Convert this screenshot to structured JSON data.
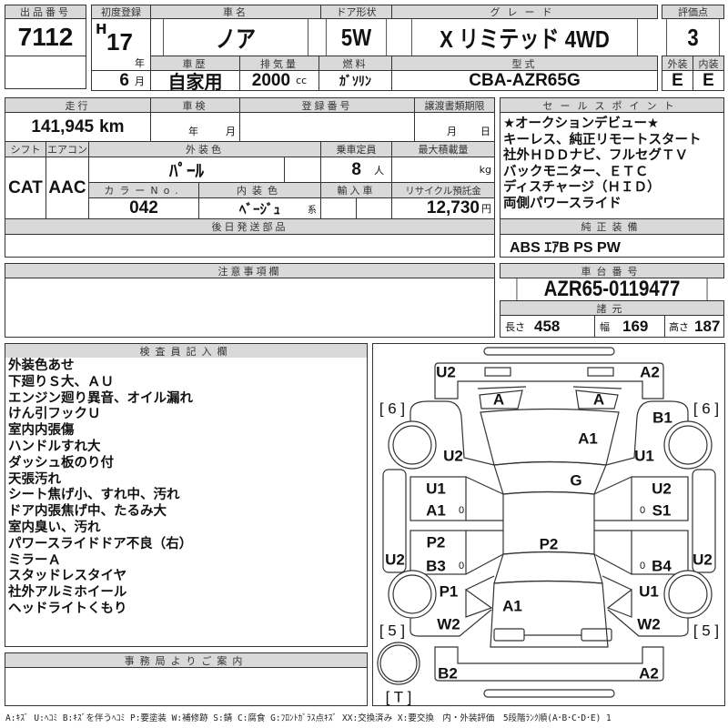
{
  "lot": {
    "label": "出品番号",
    "value": "7112"
  },
  "first_reg": {
    "label": "初度登録",
    "era": "H",
    "year": "17",
    "year_unit": "年",
    "month": "6",
    "month_unit": "月"
  },
  "car_name": {
    "label": "車名",
    "value": "ノア"
  },
  "door": {
    "label": "ドア形状",
    "value": "5W"
  },
  "grade": {
    "label": "グレード",
    "value": "X リミテッド 4WD"
  },
  "rating": {
    "label": "評価点",
    "value": "3",
    "ext_label": "外装",
    "int_label": "内装",
    "ext": "E",
    "int": "E"
  },
  "history": {
    "label": "車歴",
    "value": "自家用"
  },
  "displacement": {
    "label": "排気量",
    "value": "2000",
    "unit": "cc"
  },
  "fuel": {
    "label": "燃料",
    "value": "ｶﾞｿﾘﾝ"
  },
  "model": {
    "label": "型式",
    "value": "CBA-AZR65G"
  },
  "mileage": {
    "label": "走行",
    "value": "141,945",
    "unit": "km"
  },
  "inspection": {
    "label": "車検",
    "year_unit": "年",
    "month_unit": "月"
  },
  "reg_number": {
    "label": "登録番号"
  },
  "transfer": {
    "label": "譲渡書類期限",
    "month_unit": "月",
    "day_unit": "日"
  },
  "shift": {
    "label": "シフト",
    "value": "CAT"
  },
  "aircon": {
    "label": "エアコン",
    "value": "AAC"
  },
  "ext_color": {
    "label": "外装色",
    "value": "ﾊﾟｰﾙ"
  },
  "capacity": {
    "label": "乗車定員",
    "value": "8",
    "unit": "人"
  },
  "max_load": {
    "label": "最大積載量",
    "unit": "kg"
  },
  "color_no": {
    "label": "カラーNo.",
    "value": "042"
  },
  "int_color": {
    "label": "内装色",
    "value": "ﾍﾞｰｼﾞｭ",
    "suffix": "系"
  },
  "import": {
    "label": "輸入車"
  },
  "recycle": {
    "label": "リサイクル預託金",
    "value": "12,730",
    "unit": "円"
  },
  "later_parts": {
    "label": "後日発送部品"
  },
  "sales_points": {
    "label": "セールスポイント",
    "items": [
      "★オークションデビュー★",
      "キーレス、純正リモートスタート",
      "社外ＨＤＤナビ、フルセグＴＶ",
      "バックモニター、ＥＴＣ",
      "ディスチャージ（ＨＩＤ）",
      "両側パワースライド"
    ]
  },
  "equipment": {
    "label": "純正装備",
    "value": "ABS ｴｱB PS PW"
  },
  "notes": {
    "label": "注意事項欄"
  },
  "chassis": {
    "label": "車台番号",
    "value": "AZR65-0119477"
  },
  "specs": {
    "label": "諸元",
    "length_label": "長さ",
    "length": "458",
    "width_label": "幅",
    "width": "169",
    "height_label": "高さ",
    "height": "187"
  },
  "inspector": {
    "label": "検査員記入欄",
    "items": [
      "外装色あせ",
      "下廻りＳ大、ＡＵ",
      "エンジン廻り異音、オイル漏れ",
      "けん引フックＵ",
      "室内内張傷",
      "ハンドルすれ大",
      "ダッシュ板のり付",
      "天張汚れ",
      "シート焦げ小、すれ中、汚れ",
      "ドア内張焦げ中、たるみ大",
      "室内臭い、汚れ",
      "パワースライドドア不良（右）",
      "ミラーＡ",
      "スタッドレスタイヤ",
      "社外アルミホイール",
      "ヘッドライトくもり"
    ]
  },
  "office": {
    "label": "事務局よりご案内"
  },
  "diagram": {
    "labels": [
      "U2",
      "A2",
      "A",
      "A",
      "[ 6 ]",
      "[ 6 ]",
      "B1",
      "A1",
      "U2",
      "U1",
      "G",
      "U1",
      "U2",
      "A1",
      "S1",
      "P2",
      "P2",
      "B4",
      "U2",
      "U2",
      "B3",
      "P1",
      "U1",
      "A1",
      "W2",
      "W2",
      "[ 5 ]",
      "[ 5 ]",
      "B2",
      "A2",
      "[ T ]",
      "0",
      "0",
      "0",
      "0"
    ]
  },
  "legend": "A:ｷｽﾞ U:ﾍｺﾐ B:ｷｽﾞを伴うﾍｺﾐ P:要塗装 W:補修跡 S:錆 C:腐食 G:ﾌﾛﾝﾄｶﾞﾗｽ点ｷｽﾞ XX:交換済み X:要交換　内・外装評価　5段階ﾗﾝｸ順(A･B･C･D･E) 1"
}
